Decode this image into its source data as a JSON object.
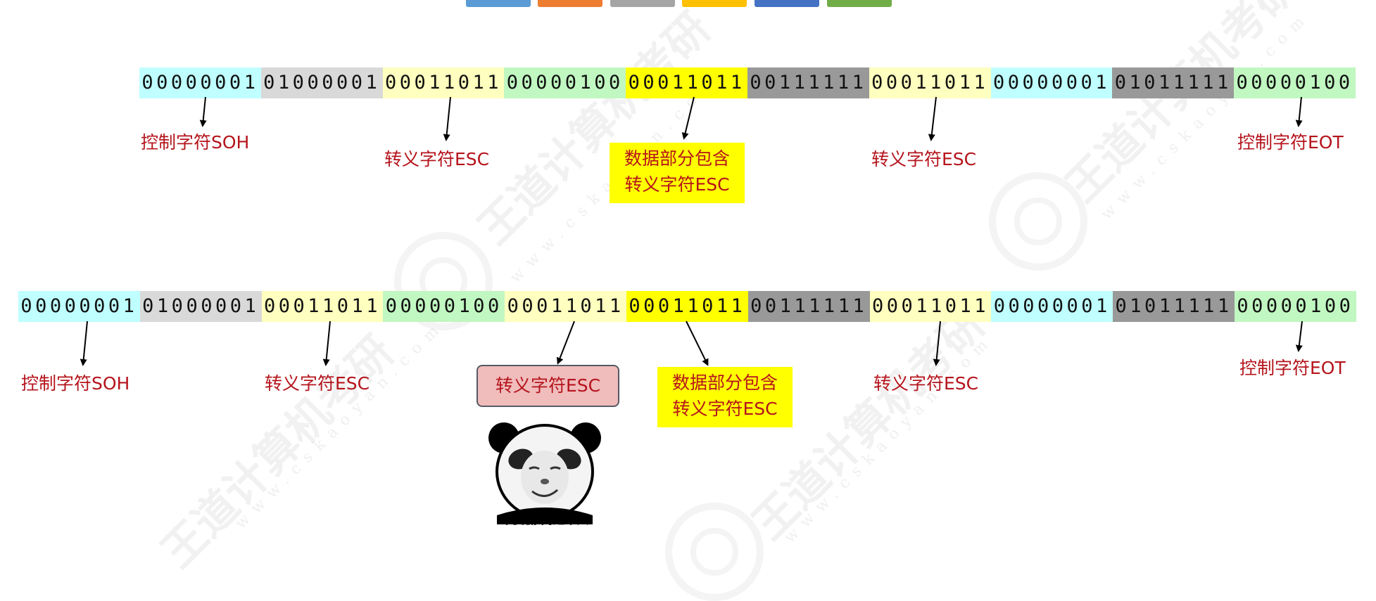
{
  "colors": {
    "cyan": "#bfffff",
    "light_gray": "#d9d9d9",
    "light_yellow": "#ffffbf",
    "light_green": "#c1f7c1",
    "bright_yellow": "#ffff00",
    "dark_gray": "#999999",
    "label_red": "#b5141c",
    "top_tabs": [
      "#5b9bd5",
      "#ed7d31",
      "#a5a5a5",
      "#ffc000",
      "#4472c4",
      "#70ad47"
    ]
  },
  "top_row": {
    "segments": [
      {
        "bits": "00000001",
        "color": "cyan"
      },
      {
        "bits": "01000001",
        "color": "light_gray"
      },
      {
        "bits": "00011011",
        "color": "light_yellow"
      },
      {
        "bits": "00000100",
        "color": "light_green"
      },
      {
        "bits": "00011011",
        "color": "bright_yellow"
      },
      {
        "bits": "00111111",
        "color": "dark_gray"
      },
      {
        "bits": "00011011",
        "color": "light_yellow"
      },
      {
        "bits": "00000001",
        "color": "cyan"
      },
      {
        "bits": "01011111",
        "color": "dark_gray"
      },
      {
        "bits": "00000100",
        "color": "light_green"
      }
    ],
    "labels": {
      "soh": "控制字符SOH",
      "esc_1": "转义字符ESC",
      "data_esc": [
        "数据部分包含",
        "转义字符ESC"
      ],
      "esc_2": "转义字符ESC",
      "eot": "控制字符EOT"
    }
  },
  "bottom_row": {
    "segments": [
      {
        "bits": "00000001",
        "color": "cyan"
      },
      {
        "bits": "01000001",
        "color": "light_gray"
      },
      {
        "bits": "00011011",
        "color": "light_yellow"
      },
      {
        "bits": "00000100",
        "color": "light_green"
      },
      {
        "bits": "00011011",
        "color": "light_yellow"
      },
      {
        "bits": "00011011",
        "color": "bright_yellow"
      },
      {
        "bits": "00111111",
        "color": "dark_gray"
      },
      {
        "bits": "00011011",
        "color": "light_yellow"
      },
      {
        "bits": "00000001",
        "color": "cyan"
      },
      {
        "bits": "01011111",
        "color": "dark_gray"
      },
      {
        "bits": "00000100",
        "color": "light_green"
      }
    ],
    "labels": {
      "soh": "控制字符SOH",
      "esc_1": "转义字符ESC",
      "inserted_esc": "转义字符ESC",
      "data_esc": [
        "数据部分包含",
        "转义字符ESC"
      ],
      "esc_2": "转义字符ESC",
      "eot": "控制字符EOT"
    }
  },
  "meme": {
    "caption": "不要慌 问题不大"
  },
  "watermark": {
    "brand": "王道计算机考研",
    "url": "www.cskaoyan.com"
  }
}
